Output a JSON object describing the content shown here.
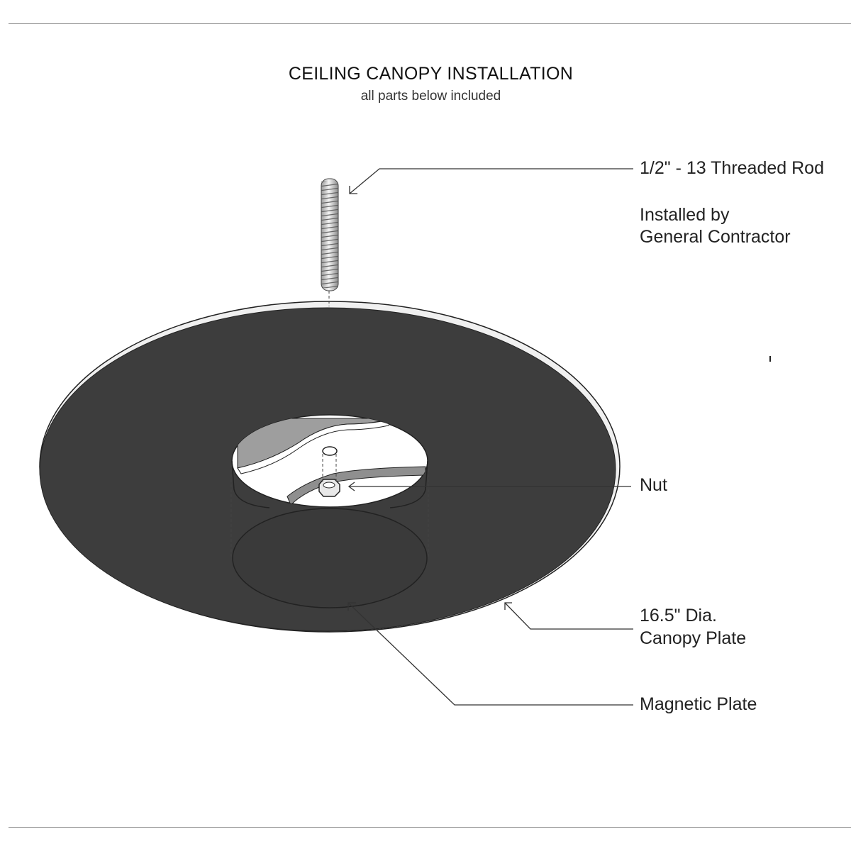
{
  "header": {
    "title": "CEILING CANOPY INSTALLATION",
    "subtitle": "all parts below included"
  },
  "labels": {
    "threaded_rod": "1/2\" - 13 Threaded Rod",
    "installed_by_line1": "Installed by",
    "installed_by_line2": "General Contractor",
    "nut": "Nut",
    "canopy_line1": "16.5\" Dia.",
    "canopy_line2": "Canopy Plate",
    "magnetic_plate": "Magnetic Plate"
  },
  "colors": {
    "canopy_face": "#3d3d3d",
    "canopy_rim": "#f2f2f2",
    "magnetic_plate": "#3a3a3a",
    "leader_line": "#333333",
    "rule_line": "#8a8a8a"
  }
}
